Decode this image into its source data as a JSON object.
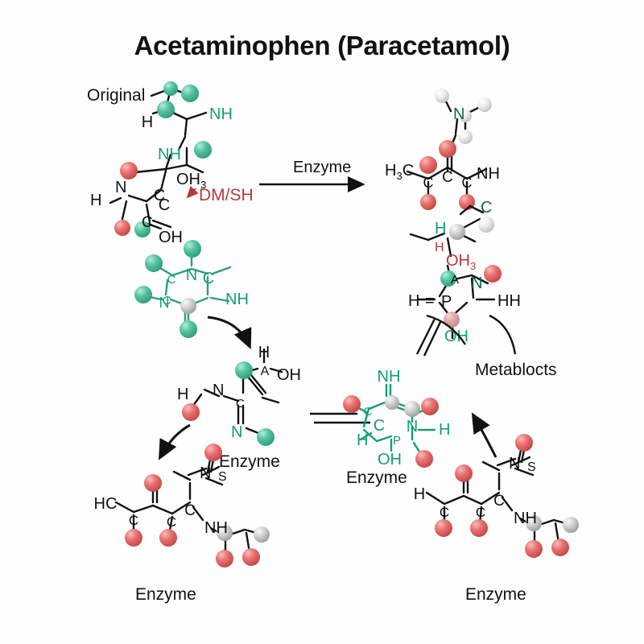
{
  "page": {
    "title": "Acetaminophen (Paracetamol)",
    "background_color": "#fefefe"
  },
  "palette": {
    "green_atom": "#4fbf9f",
    "green_atom_dark": "#2f9d7d",
    "green_label": "#14a06e",
    "red_atom": "#e8696a",
    "red_atom_dark": "#c34848",
    "red_label": "#b63a3a",
    "grey_atom": "#cfcfcf",
    "grey_atom_dark": "#9a9a9a",
    "white_atom": "#f2f2f2",
    "pink_atom": "#dfa3a0",
    "bond": "#111111",
    "text": "#111111"
  },
  "labels": {
    "original": "Original",
    "enzyme_arrow": "Enzyme",
    "reagent": "DM/SH",
    "metabolites": "Metablocts",
    "enzyme_center": "Enzyme",
    "enzyme_bottom_left": "Enzyme",
    "enzyme_bottom_right": "Enzyme",
    "enzyme_bottom_center": "Enzyme"
  },
  "molecules": {
    "original": {
      "name": "Original",
      "atom_labels": [
        "H",
        "NH",
        "NH",
        "C",
        "OH",
        "H",
        "N",
        "C",
        "OH"
      ],
      "subscript_label": "OH3"
    },
    "top_right_metabolite": {
      "atom_labels": [
        "H3C",
        "C",
        "C",
        "C",
        "N",
        "NH",
        "O"
      ]
    },
    "right_mid_metabolite": {
      "atom_labels": [
        "C",
        "H",
        "H",
        "OH3",
        "A",
        "N",
        "O",
        "H",
        "P",
        "HH",
        "OH"
      ]
    },
    "green_ring": {
      "atom_labels": [
        "N",
        "C",
        "C",
        "N",
        "NH"
      ]
    },
    "enzyme_center": {
      "atom_labels": [
        "H",
        "A",
        "OH",
        "H",
        "N",
        "C",
        "N"
      ]
    },
    "bottom_left": {
      "atom_labels": [
        "HC",
        "C",
        "C",
        "C",
        "N",
        "S",
        "NH"
      ]
    },
    "bottom_right": {
      "atom_labels": [
        "H",
        "C",
        "C",
        "C",
        "N",
        "S",
        "NH"
      ]
    },
    "bottom_center_ring": {
      "atom_labels": [
        "NH",
        "C",
        "C",
        "H",
        "N",
        "H",
        "P",
        "OH"
      ]
    }
  },
  "connectors": {
    "arrow_enzyme_right": "straight-right-arrow",
    "arrow_green_to_center": "curved-down-arrow",
    "arrow_center_to_bottom_left": "curved-down-left-arrow",
    "arrow_bottom_right_to_center": "curved-up-left-arrow",
    "equals_sign": "double-bond-equals",
    "reagent_pointer": "small-up-left-arrow"
  }
}
